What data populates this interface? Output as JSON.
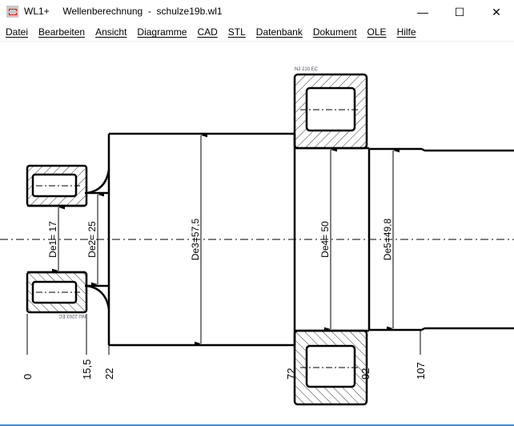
{
  "window": {
    "app_name": "WL1+",
    "title": "Wellenberechnung  -  schulze19b.wl1",
    "minimize": "—",
    "maximize": "☐",
    "close": "✕"
  },
  "menu": [
    "Datei",
    "Bearbeiten",
    "Ansicht",
    "Diagramme",
    "CAD",
    "STL",
    "Datenbank",
    "Dokument",
    "OLE",
    "Hilfe"
  ],
  "drawing": {
    "bearing_left_label": "NU 2203 EC",
    "bearing_right_label": "NJ 210 EC",
    "diameters": [
      "De1= 17",
      "De2= 25",
      "De3=57,5",
      "De4= 50",
      "De5=49,8"
    ],
    "positions": [
      "0",
      "15,5",
      "22",
      "72",
      "92",
      "107"
    ]
  }
}
